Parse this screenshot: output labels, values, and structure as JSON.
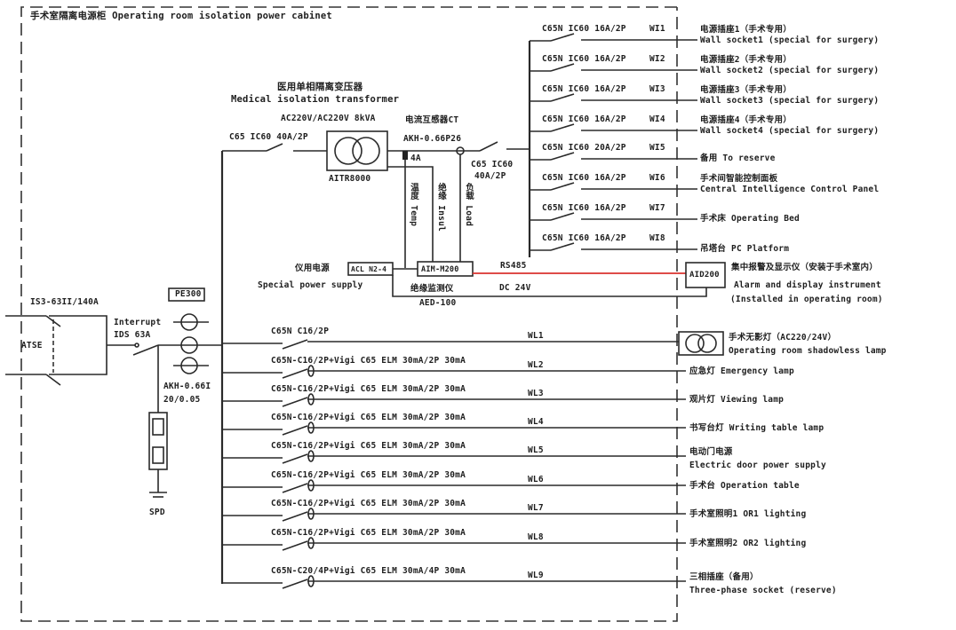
{
  "cabinet": {
    "title": "手术室隔离电源柜 Operating room isolation power cabinet"
  },
  "transformer": {
    "title_cn": "医用单相隔离变压器",
    "title_en": "Medical isolation transformer",
    "rating": "AC220V/AC220V 8kVA",
    "model": "AITR8000",
    "breaker": "C65 IC60 40A/2P",
    "ct_label": "电流互感器CT",
    "ct_model": "AKH-0.66P26",
    "out_breaker_line1": "C65 IC60",
    "out_breaker_line2": "40A/2P",
    "wire_labels": [
      "温度 Temp",
      "绝缘 Insul",
      "负载 Load"
    ],
    "ir_label": "4A"
  },
  "monitor": {
    "supply_cn": "仪用电源",
    "supply_en": "Special power supply",
    "supply_model": "ACL N2-4",
    "monitor_model": "AIM-M200",
    "monitor_cn": "绝缘监测仪",
    "monitor_sub": "AED-100",
    "bus": "RS485",
    "dc": "DC 24V",
    "display_model": "AID200",
    "display_cn": "集中报警及显示仪（安装于手术室内）",
    "display_en1": "Alarm and display instrument",
    "display_en2": "(Installed in operating room)",
    "colors": {
      "rs485": "#d9322e"
    }
  },
  "upper_circuits": [
    {
      "breaker": "C65N IC60 16A/2P",
      "id": "WI1",
      "label_cn": "电源插座1（手术专用）",
      "label_en": "Wall socket1 (special for surgery)"
    },
    {
      "breaker": "C65N IC60 16A/2P",
      "id": "WI2",
      "label_cn": "电源插座2（手术专用）",
      "label_en": "Wall socket2 (special for surgery)"
    },
    {
      "breaker": "C65N IC60 16A/2P",
      "id": "WI3",
      "label_cn": "电源插座3（手术专用）",
      "label_en": "Wall socket3 (special for surgery)"
    },
    {
      "breaker": "C65N IC60 16A/2P",
      "id": "WI4",
      "label_cn": "电源插座4（手术专用）",
      "label_en": "Wall socket4 (special for surgery)"
    },
    {
      "breaker": "C65N IC60 20A/2P",
      "id": "WI5",
      "label_cn": "",
      "label_en": "备用 To reserve"
    },
    {
      "breaker": "C65N IC60 16A/2P",
      "id": "WI6",
      "label_cn": "手术间智能控制面板",
      "label_en": "Central Intelligence Control Panel"
    },
    {
      "breaker": "C65N IC60 16A/2P",
      "id": "WI7",
      "label_cn": "",
      "label_en": "手术床 Operating Bed"
    },
    {
      "breaker": "C65N IC60 16A/2P",
      "id": "WI8",
      "label_cn": "",
      "label_en": "吊塔台 PC Platform"
    }
  ],
  "incoming": {
    "ats": "ATSE",
    "ats_model": "IS3-63II/140A",
    "switch_label": "Interrupt",
    "switch_model": "IDS 63A",
    "meter": "PE300",
    "ct": "AKH-0.66I",
    "ct_ratio": "20/0.05",
    "spd": "SPD"
  },
  "lower_circuits": [
    {
      "breaker": "C65N C16/2P",
      "id": "WL1",
      "label_cn": "手术无影灯（AC220/24V）",
      "label_en": "Operating room shadowless lamp",
      "has_transformer": true
    },
    {
      "breaker": "C65N-C16/2P+Vigi C65 ELM 30mA/2P 30mA",
      "id": "WL2",
      "label_cn": "",
      "label_en": "应急灯 Emergency lamp"
    },
    {
      "breaker": "C65N-C16/2P+Vigi C65 ELM 30mA/2P 30mA",
      "id": "WL3",
      "label_cn": "",
      "label_en": "观片灯 Viewing lamp"
    },
    {
      "breaker": "C65N-C16/2P+Vigi C65 ELM 30mA/2P 30mA",
      "id": "WL4",
      "label_cn": "",
      "label_en": "书写台灯 Writing table lamp"
    },
    {
      "breaker": "C65N-C16/2P+Vigi C65 ELM 30mA/2P 30mA",
      "id": "WL5",
      "label_cn": "电动门电源",
      "label_en": "Electric door power supply"
    },
    {
      "breaker": "C65N-C16/2P+Vigi C65 ELM 30mA/2P 30mA",
      "id": "WL6",
      "label_cn": "",
      "label_en": "手术台 Operation table"
    },
    {
      "breaker": "C65N-C16/2P+Vigi C65 ELM 30mA/2P 30mA",
      "id": "WL7",
      "label_cn": "",
      "label_en": "手术室照明1 OR1 lighting"
    },
    {
      "breaker": "C65N-C16/2P+Vigi C65 ELM 30mA/2P 30mA",
      "id": "WL8",
      "label_cn": "",
      "label_en": "手术室照明2 OR2 lighting"
    },
    {
      "breaker": "C65N-C20/4P+Vigi C65 ELM 30mA/4P 30mA",
      "id": "WL9",
      "label_cn": "三相插座（备用）",
      "label_en": "Three-phase socket (reserve)"
    }
  ]
}
